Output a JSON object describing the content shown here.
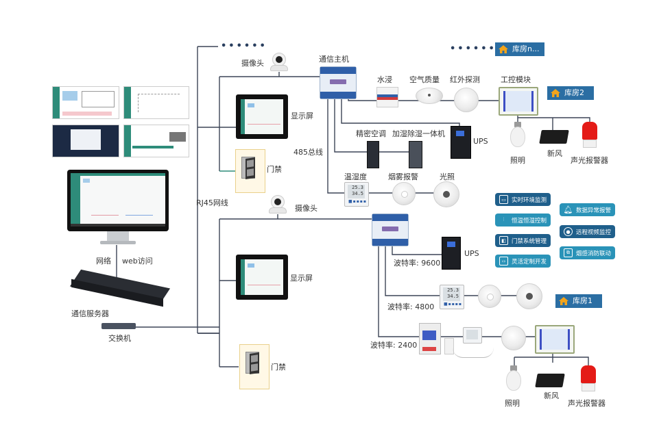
{
  "colors": {
    "wire": "#3c4456",
    "room_badge": "#2b6ea3",
    "feature_dark": "#1f5f8b",
    "feature_light": "#2a93b8",
    "house_icon": "#f2a41c",
    "siren_red": "#e41b17"
  },
  "left": {
    "monitor_link_labels": [
      "网络",
      "web访问"
    ],
    "server_label": "通信服务器",
    "switch_label": "交换机",
    "rj45_label": "RJ45网线",
    "thumbnail_screens": [
      "dashboard-screen",
      "topology-screen",
      "dark-dashboard-screen",
      "video-screen"
    ]
  },
  "upper_branch": {
    "ellipsis": "••••••",
    "camera_label": "摄像头",
    "display_label": "显示屏",
    "door_label": "门禁",
    "bus_label": "485总线",
    "host_label": "通信主机",
    "sensors_row": [
      {
        "name": "water-leak-sensor",
        "label": "水浸"
      },
      {
        "name": "air-quality-sensor",
        "label": "空气质量"
      },
      {
        "name": "infrared-detector",
        "label": "红外探测"
      },
      {
        "name": "io-control-module",
        "label": "工控模块"
      }
    ],
    "hvac_row": [
      {
        "name": "precision-ac",
        "label": "精密空调"
      },
      {
        "name": "humidifier-dehumidifier",
        "label": "加湿除湿一体机"
      },
      {
        "name": "ups",
        "label": "UPS"
      }
    ],
    "env_row": [
      {
        "name": "temp-humidity-sensor",
        "label": "温湿度",
        "readings": [
          "25.3",
          "34.5"
        ]
      },
      {
        "name": "smoke-alarm",
        "label": "烟雾报警"
      },
      {
        "name": "light-sensor",
        "label": "光照"
      }
    ],
    "outputs": [
      {
        "name": "lighting",
        "label": "照明"
      },
      {
        "name": "fresh-air",
        "label": "新风"
      },
      {
        "name": "sound-light-alarm",
        "label": "声光报警器"
      }
    ]
  },
  "rooms": {
    "room_n": "库房n...",
    "room_2": "库房2",
    "room_1": "库房1",
    "room_n_ellipsis": "••••••"
  },
  "features": [
    {
      "label": "实时环境监测",
      "icon": "monitor-icon",
      "tone": "dark"
    },
    {
      "label": "恒温恒湿控制",
      "icon": "sliders-icon",
      "tone": "light"
    },
    {
      "label": "门禁系统管理",
      "icon": "access-card-icon",
      "tone": "dark"
    },
    {
      "label": "灵活定制开发",
      "icon": "code-icon",
      "tone": "light"
    },
    {
      "label": "数据异常报警",
      "icon": "bell-icon",
      "tone": "light"
    },
    {
      "label": "远程视频监控",
      "icon": "webcam-icon",
      "tone": "dark"
    },
    {
      "label": "烟感消防联动",
      "icon": "link-icon",
      "tone": "light"
    }
  ],
  "lower_branch": {
    "camera_label": "摄像头",
    "display_label": "显示屏",
    "door_label": "门禁",
    "ups_label": "UPS",
    "baud_rates": [
      {
        "label": "波特率: 9600"
      },
      {
        "label": "波特率: 4800"
      },
      {
        "label": "波特率: 2400"
      }
    ],
    "env_readings": [
      "25.3",
      "34.5"
    ],
    "outputs": [
      {
        "name": "lighting",
        "label": "照明"
      },
      {
        "name": "fresh-air",
        "label": "新风"
      },
      {
        "name": "sound-light-alarm",
        "label": "声光报警器"
      }
    ]
  }
}
